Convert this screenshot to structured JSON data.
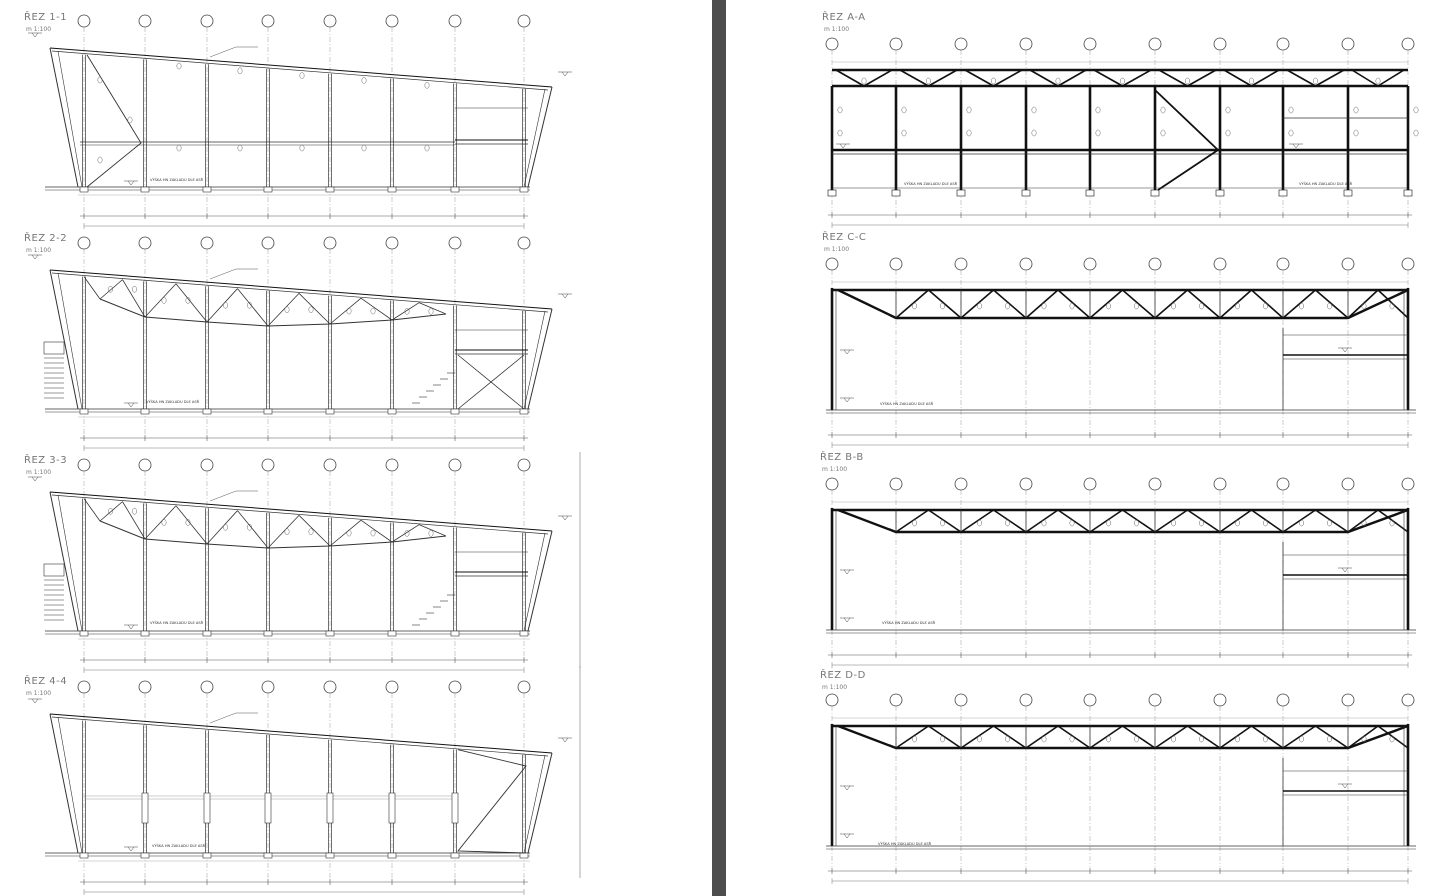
{
  "document": {
    "sheet_left": {
      "sections": [
        {
          "id": "s11",
          "title": "ŘEZ 1-1",
          "scale": "m 1:100",
          "note": "VÝŠKA HN ZAKLADU DLE ASŘ"
        },
        {
          "id": "s22",
          "title": "ŘEZ 2-2",
          "scale": "m 1:100",
          "note": "VÝŠKA HN ZAKLADU DLE ASŘ"
        },
        {
          "id": "s33",
          "title": "ŘEZ 3-3",
          "scale": "m 1:100",
          "note": "VÝŠKA HN ZAKLADU DLE ASŘ"
        },
        {
          "id": "s44",
          "title": "ŘEZ 4-4",
          "scale": "m 1:100",
          "note": "VÝŠKA HN ZAKLADU DLE ASŘ"
        }
      ]
    },
    "sheet_right": {
      "sections": [
        {
          "id": "sAA",
          "title": "ŘEZ A-A",
          "scale": "m 1:100",
          "note": "VÝŠKA HN ZAKLADU DLE ASŘ"
        },
        {
          "id": "sCC",
          "title": "ŘEZ C-C",
          "scale": "m 1:100",
          "note": "VÝŠKA HN ZAKLADU DLE ASŘ"
        },
        {
          "id": "sBB",
          "title": "ŘEZ B-B",
          "scale": "m 1:100",
          "note": "VÝŠKA HN ZAKLADU DLE ASŘ"
        },
        {
          "id": "sDD",
          "title": "ŘEZ D-D",
          "scale": "m 1:100",
          "note": "VÝŠKA HN ZAKLADU DLE ASŘ"
        }
      ]
    }
  },
  "colors": {
    "paper": "#ffffff",
    "line": "#333333",
    "heavy": "#111111",
    "faint": "#9a9a9a",
    "divider": "#4d4d4d"
  }
}
